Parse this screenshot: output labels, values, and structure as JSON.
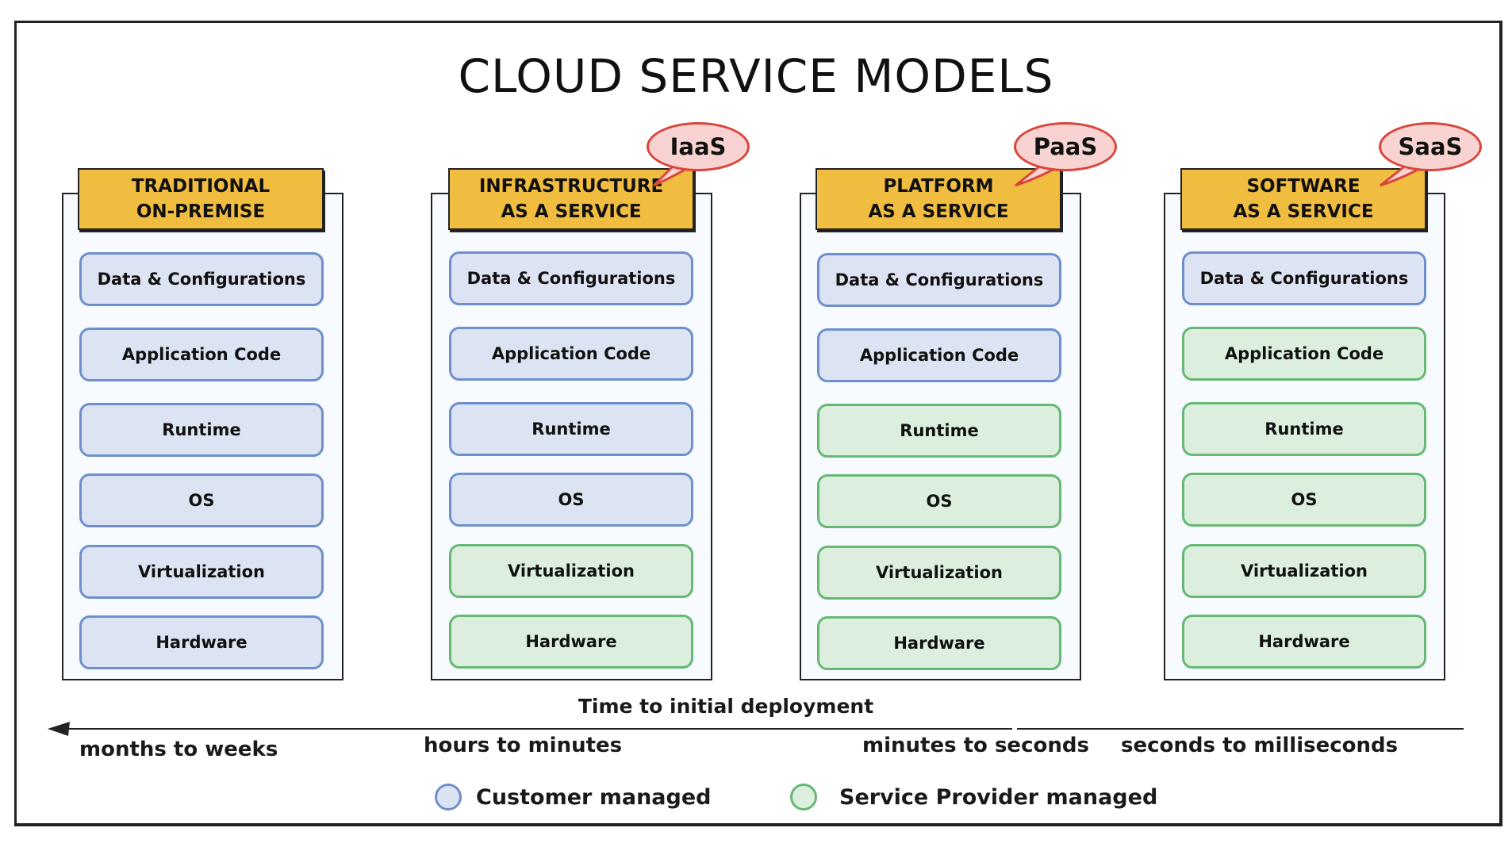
{
  "title": "CLOUD SERVICE MODELS",
  "models": [
    {
      "id": "traditional",
      "header": [
        "TRADITIONAL",
        "ON-PREMISE"
      ],
      "badge": null,
      "layers": [
        {
          "label": "Data & Configurations",
          "managed_by": "customer"
        },
        {
          "label": "Application Code",
          "managed_by": "customer"
        },
        {
          "label": "Runtime",
          "managed_by": "customer"
        },
        {
          "label": "OS",
          "managed_by": "customer"
        },
        {
          "label": "Virtualization",
          "managed_by": "customer"
        },
        {
          "label": "Hardware",
          "managed_by": "customer"
        }
      ]
    },
    {
      "id": "iaas",
      "header": [
        "INFRASTRUCTURE",
        "AS A SERVICE"
      ],
      "badge": "IaaS",
      "layers": [
        {
          "label": "Data & Configurations",
          "managed_by": "customer"
        },
        {
          "label": "Application Code",
          "managed_by": "customer"
        },
        {
          "label": "Runtime",
          "managed_by": "customer"
        },
        {
          "label": "OS",
          "managed_by": "customer"
        },
        {
          "label": "Virtualization",
          "managed_by": "provider"
        },
        {
          "label": "Hardware",
          "managed_by": "provider"
        }
      ]
    },
    {
      "id": "paas",
      "header": [
        "PLATFORM",
        "AS A SERVICE"
      ],
      "badge": "PaaS",
      "layers": [
        {
          "label": "Data & Configurations",
          "managed_by": "customer"
        },
        {
          "label": "Application Code",
          "managed_by": "customer"
        },
        {
          "label": "Runtime",
          "managed_by": "provider"
        },
        {
          "label": "OS",
          "managed_by": "provider"
        },
        {
          "label": "Virtualization",
          "managed_by": "provider"
        },
        {
          "label": "Hardware",
          "managed_by": "provider"
        }
      ]
    },
    {
      "id": "saas",
      "header": [
        "SOFTWARE",
        "AS A SERVICE"
      ],
      "badge": "SaaS",
      "layers": [
        {
          "label": "Data & Configurations",
          "managed_by": "customer"
        },
        {
          "label": "Application Code",
          "managed_by": "provider"
        },
        {
          "label": "Runtime",
          "managed_by": "provider"
        },
        {
          "label": "OS",
          "managed_by": "provider"
        },
        {
          "label": "Virtualization",
          "managed_by": "provider"
        },
        {
          "label": "Hardware",
          "managed_by": "provider"
        }
      ]
    }
  ],
  "timeline": {
    "title": "Time to initial deployment",
    "labels": [
      "months to weeks",
      "hours to minutes",
      "minutes to seconds",
      "seconds to milliseconds"
    ]
  },
  "legend": {
    "customer": {
      "label": "Customer managed",
      "fill": "#dce3f2",
      "stroke": "#6e8fcc"
    },
    "provider": {
      "label": "Service Provider managed",
      "fill": "#dcefdf",
      "stroke": "#66b873"
    }
  },
  "colors": {
    "header_fill": "#f1bd41",
    "badge_fill": "#f9d2d2",
    "badge_stroke": "#d9453a"
  }
}
